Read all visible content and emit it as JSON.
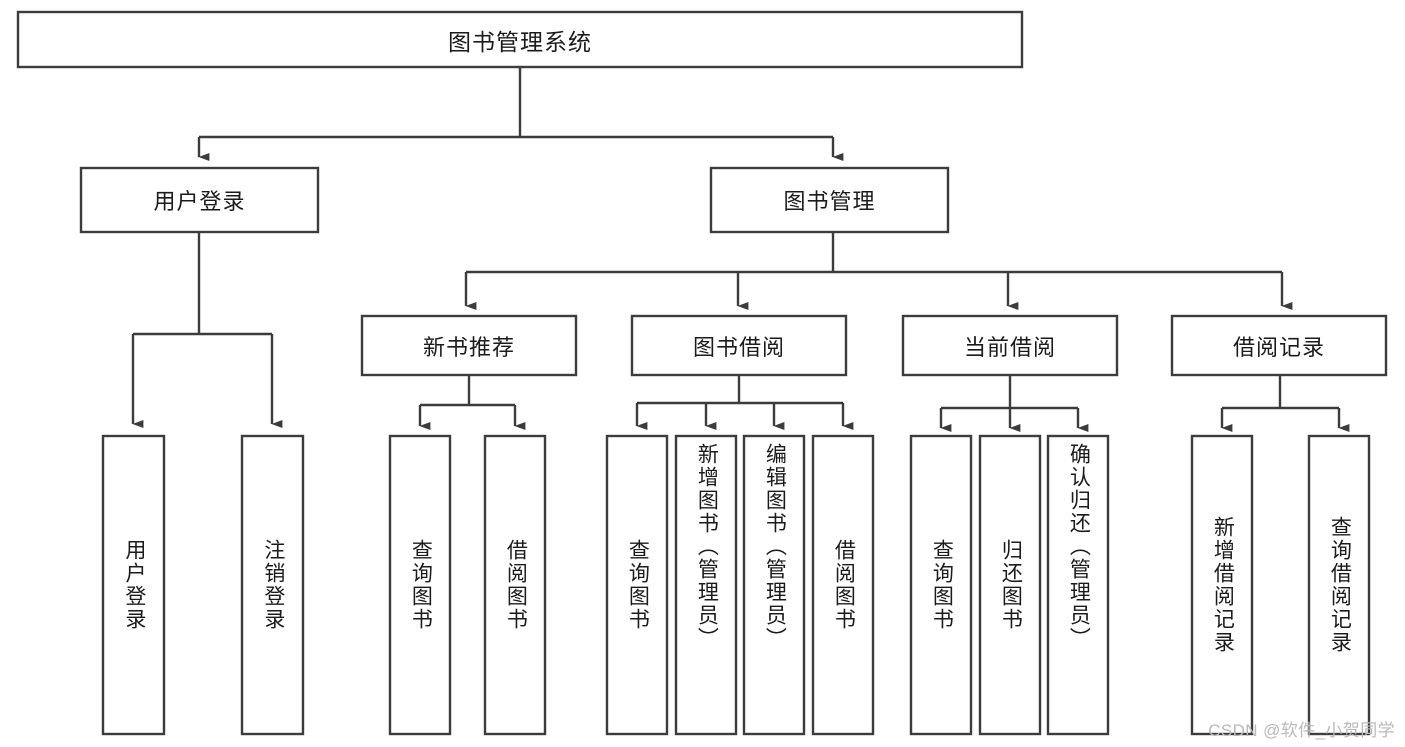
{
  "diagram": {
    "title": "图书管理系统",
    "type": "hierarchy-tree",
    "root": {
      "id": "root",
      "label": "图书管理系统",
      "orientation": "horizontal"
    },
    "level2": [
      {
        "id": "user-login",
        "label": "用户登录",
        "orientation": "horizontal"
      },
      {
        "id": "book-management",
        "label": "图书管理",
        "orientation": "horizontal"
      }
    ],
    "level3": [
      {
        "id": "new-book-recommend",
        "label": "新书推荐",
        "orientation": "horizontal",
        "parent": "book-management"
      },
      {
        "id": "book-borrow",
        "label": "图书借阅",
        "orientation": "horizontal",
        "parent": "book-management"
      },
      {
        "id": "current-borrow",
        "label": "当前借阅",
        "orientation": "horizontal",
        "parent": "book-management"
      },
      {
        "id": "borrow-record",
        "label": "借阅记录",
        "orientation": "horizontal",
        "parent": "book-management"
      }
    ],
    "leaves": [
      {
        "id": "leaf-user-login",
        "label": "用户登录",
        "orientation": "vertical",
        "parent": "user-login"
      },
      {
        "id": "leaf-logout-login",
        "label": "注销登录",
        "orientation": "vertical",
        "parent": "user-login"
      },
      {
        "id": "leaf-query-book-1",
        "label": "查询图书",
        "orientation": "vertical",
        "parent": "new-book-recommend"
      },
      {
        "id": "leaf-borrow-book-1",
        "label": "借阅图书",
        "orientation": "vertical",
        "parent": "new-book-recommend"
      },
      {
        "id": "leaf-query-book-2",
        "label": "查询图书",
        "orientation": "vertical",
        "parent": "book-borrow"
      },
      {
        "id": "leaf-add-book",
        "label": "新增图书（管理员）",
        "orientation": "vertical",
        "parent": "book-borrow"
      },
      {
        "id": "leaf-edit-book",
        "label": "编辑图书（管理员）",
        "orientation": "vertical",
        "parent": "book-borrow"
      },
      {
        "id": "leaf-borrow-book-2",
        "label": "借阅图书",
        "orientation": "vertical",
        "parent": "book-borrow"
      },
      {
        "id": "leaf-query-book-3",
        "label": "查询图书",
        "orientation": "vertical",
        "parent": "current-borrow"
      },
      {
        "id": "leaf-return-book",
        "label": "归还图书",
        "orientation": "vertical",
        "parent": "current-borrow"
      },
      {
        "id": "leaf-confirm-return",
        "label": "确认归还（管理员）",
        "orientation": "vertical",
        "parent": "current-borrow"
      },
      {
        "id": "leaf-add-record",
        "label": "新增借阅记录",
        "orientation": "vertical",
        "parent": "borrow-record"
      },
      {
        "id": "leaf-query-record",
        "label": "查询借阅记录",
        "orientation": "vertical",
        "parent": "borrow-record"
      }
    ],
    "colors": {
      "stroke": "#3c3c3c",
      "fill": "#ffffff",
      "text": "#1b1b1b",
      "watermark": "#b9b9b9",
      "background": "#ffffff"
    }
  },
  "watermark": {
    "text": "CSDN @软件_小贺同学"
  }
}
